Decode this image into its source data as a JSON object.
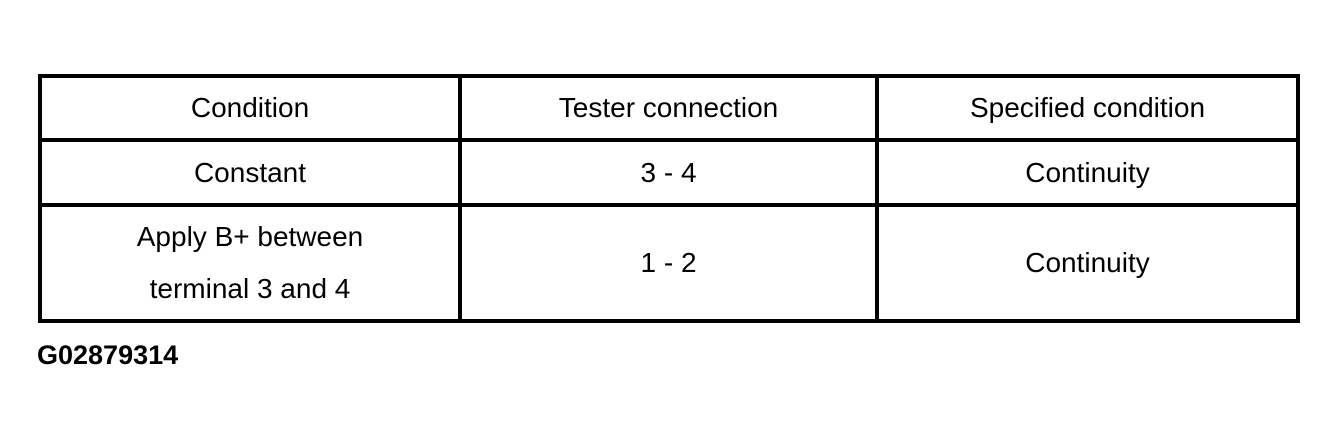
{
  "figure_id": "G02879314",
  "table": {
    "columns": [
      "Condition",
      "Tester connection",
      "Specified condition"
    ],
    "rows": [
      {
        "cells": [
          "Constant",
          "3 - 4",
          "Continuity"
        ]
      },
      {
        "cells": [
          "Apply B+ between\nterminal 3 and 4",
          "1 - 2",
          "Continuity"
        ]
      }
    ]
  }
}
